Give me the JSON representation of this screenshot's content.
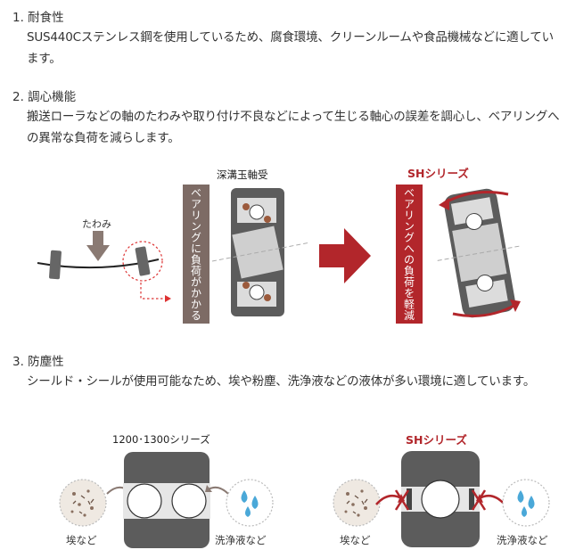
{
  "sections": [
    {
      "heading": "1. 耐食性",
      "body": "SUS440Cステンレス鋼を使用しているため、腐食環境、クリーンルームや食品機械などに適しています。"
    },
    {
      "heading": "2. 調心機能",
      "body": "搬送ローラなどの軸のたわみや取り付け不良などによって生じる軸心の誤差を調心し、ベアリングへの異常な負荷を減らします。"
    },
    {
      "heading": "3. 防塵性",
      "body": "シールド・シールが使用可能なため、埃や粉塵、洗浄液などの液体が多い環境に適しています。"
    }
  ],
  "fig1": {
    "deflection_label": "たわみ",
    "deep_groove_label": "深溝玉軸受",
    "load_band": "ベアリングに負荷がかかる",
    "sh_title": "SHシリーズ",
    "reduce_band": "ベアリングへの負荷を軽減"
  },
  "fig2": {
    "std_title": "1200･1300シリーズ",
    "sh_title": "SHシリーズ",
    "dust_label": "埃など",
    "liquid_label": "洗浄液など"
  },
  "colors": {
    "accent_red": "#b2262b",
    "band_brown": "#7d6b65",
    "bearing_gray": "#5c5c5c",
    "water_blue": "#4aa8d8"
  }
}
